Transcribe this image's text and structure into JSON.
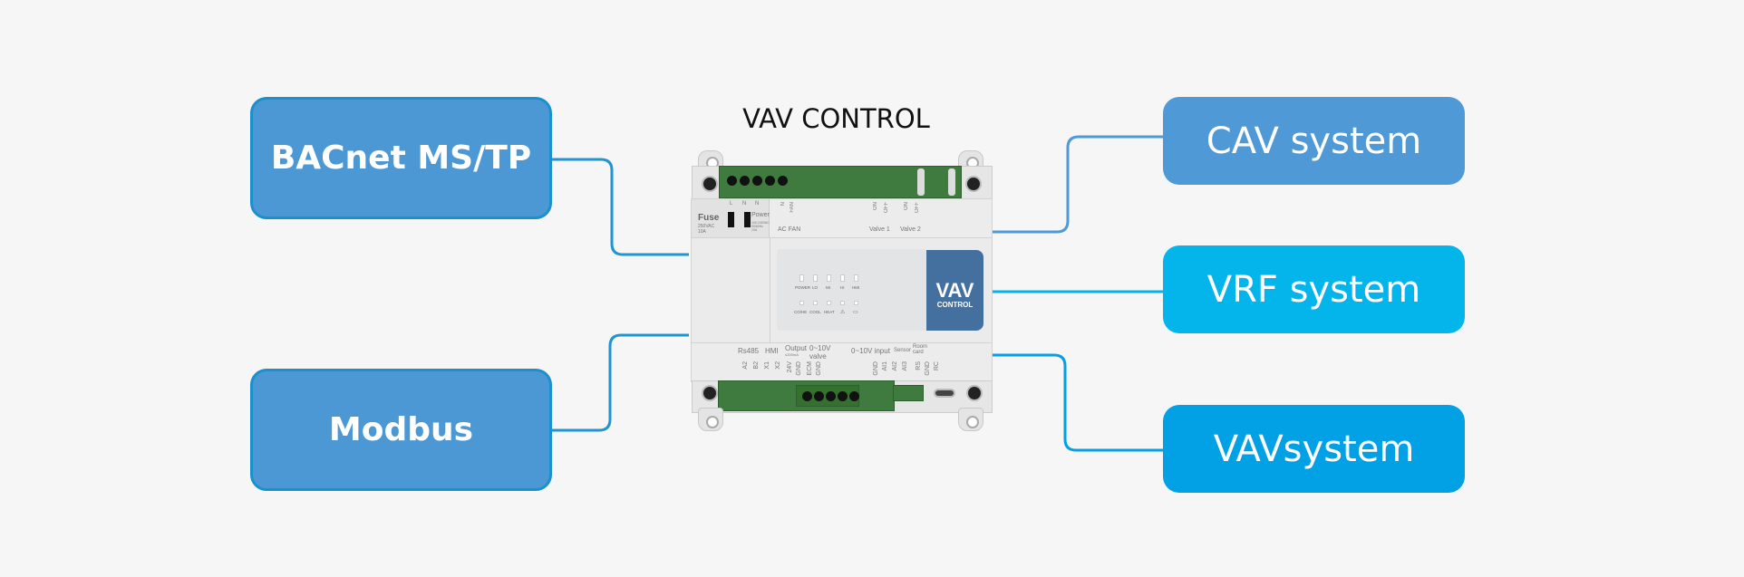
{
  "title": "VAV CONTROL",
  "protocols": [
    {
      "label": "BACnet MS/TP"
    },
    {
      "label": "Modbus"
    }
  ],
  "systems": [
    {
      "label": "CAV system",
      "color": "#4e99d6"
    },
    {
      "label": "VRF system",
      "color": "#03b5ea"
    },
    {
      "label": "VAVsystem",
      "color": "#02a0e5"
    }
  ],
  "connector_color": "#1f96d3",
  "device": {
    "badge_main": "VAV",
    "badge_sub": "CONTROL",
    "badge_color": "#44709f",
    "top": {
      "fuse": "Fuse",
      "fuse_rating": "250VAC 10A",
      "power": "Power",
      "power_rating": "100-240VAC 50/60Hz 10A",
      "l": "L",
      "n1": "N",
      "n2": "N",
      "ac_fan_n": "N",
      "ac_fan_fan": "FAN",
      "ac_fan": "AC FAN",
      "on": "ON",
      "off": "OFF",
      "valve1": "Valve 1",
      "valve2": "Valve 2"
    },
    "leds_top": [
      "POWER",
      "LO",
      "MI",
      "HI",
      "HMI"
    ],
    "leds_bottom": [
      "CO/HE",
      "COOL",
      "HEAT",
      "⚠",
      "▭"
    ],
    "bottom": {
      "rs485": "Rs485",
      "hmi": "HMI",
      "output": "Output",
      "output_sub": "≤200mA",
      "valve": "0~10V valve",
      "input": "0~10V input",
      "sensor": "Sensor",
      "room": "Room card",
      "pins": [
        "A2",
        "B2",
        "X1",
        "X2",
        "24V",
        "GND",
        "ECM",
        "GND",
        "GND",
        "AI1",
        "AI2",
        "AI3",
        "RS",
        "GND",
        "RC"
      ]
    }
  }
}
